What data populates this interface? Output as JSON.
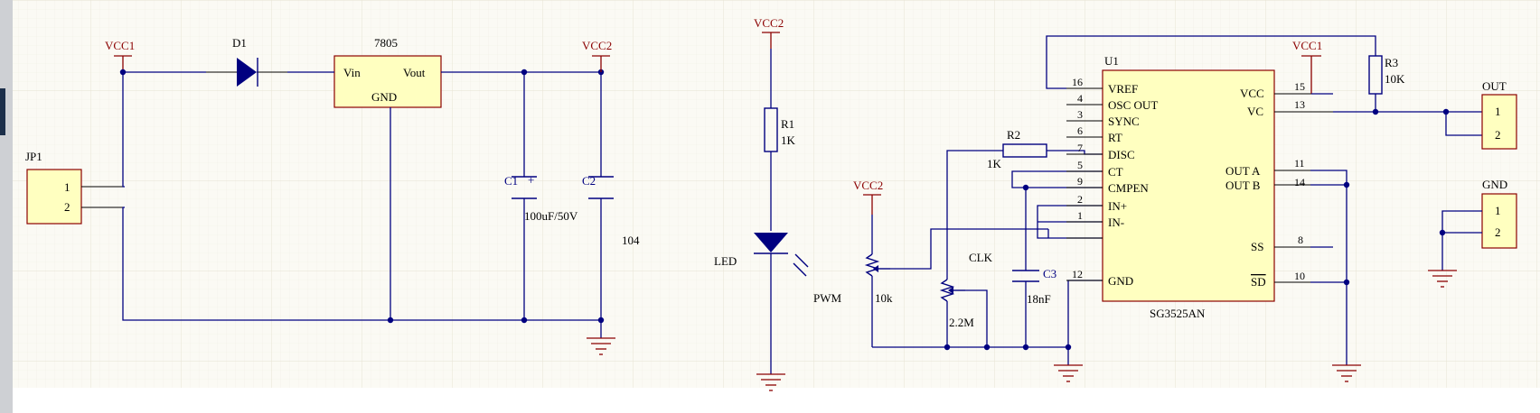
{
  "theme": {
    "background": "#fbfaf4",
    "grid": "#ece9dc",
    "wire": "#000080",
    "component_body": "#ffffc0",
    "component_border": "#8b0000",
    "power_label": "#8b0000",
    "left_rail": "#1c2f4a"
  },
  "power": {
    "vcc1_left": "VCC1",
    "vcc2_left": "VCC2",
    "vcc2_led": "VCC2",
    "vcc2_pot": "VCC2",
    "vcc1_right": "VCC1"
  },
  "jp1": {
    "ref": "JP1",
    "pin1": "1",
    "pin2": "2"
  },
  "d1": {
    "ref": "D1"
  },
  "regulator": {
    "ref": "7805",
    "vin": "Vin",
    "vout": "Vout",
    "gnd": "GND"
  },
  "c1": {
    "ref": "C1",
    "value": "100uF/50V",
    "polarity": "+"
  },
  "c2": {
    "ref": "C2",
    "value": "104"
  },
  "r1": {
    "ref": "R1",
    "value": "1K"
  },
  "led": {
    "ref": "LED"
  },
  "pwm_pot": {
    "ref": "PWM",
    "value": "10k"
  },
  "r2": {
    "ref": "R2",
    "value": "1K"
  },
  "clk_pot": {
    "ref": "CLK",
    "value": "2.2M"
  },
  "c3": {
    "ref": "C3",
    "value": "18nF"
  },
  "r3": {
    "ref": "R3",
    "value": "10K"
  },
  "u1": {
    "ref": "U1",
    "part": "SG3525AN",
    "left_pins": [
      {
        "num": "16",
        "name": "VREF"
      },
      {
        "num": "4",
        "name": "OSC OUT"
      },
      {
        "num": "3",
        "name": "SYNC"
      },
      {
        "num": "6",
        "name": "RT"
      },
      {
        "num": "7",
        "name": "DISC"
      },
      {
        "num": "5",
        "name": "CT"
      },
      {
        "num": "9",
        "name": "CMPEN"
      },
      {
        "num": "2",
        "name": "IN+"
      },
      {
        "num": "1",
        "name": "IN-"
      },
      {
        "num": "12",
        "name": "GND"
      }
    ],
    "right_pins": [
      {
        "num": "15",
        "name": "VCC"
      },
      {
        "num": "13",
        "name": "VC"
      },
      {
        "num": "11",
        "name": "OUT A"
      },
      {
        "num": "14",
        "name": "OUT B"
      },
      {
        "num": "8",
        "name": "SS"
      },
      {
        "num": "10",
        "name": "SD"
      }
    ]
  },
  "out_conn": {
    "ref": "OUT",
    "pin1": "1",
    "pin2": "2"
  },
  "gnd_conn": {
    "ref": "GND",
    "pin1": "1",
    "pin2": "2"
  }
}
